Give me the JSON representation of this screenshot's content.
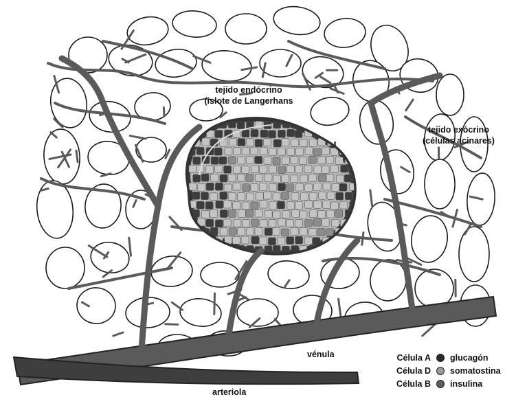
{
  "labels": {
    "endocrine_line1": "tejido endócrino",
    "endocrine_line2": "(islote de Langerhans",
    "exocrine_line1": "tejido exócrino",
    "exocrine_line2": "(células acinares)",
    "venula": "vénula",
    "arteriola": "arteriola"
  },
  "legend": [
    {
      "cell": "Célula A",
      "hormone": "glucagón",
      "color": "#2a2a2a"
    },
    {
      "cell": "Célula D",
      "hormone": "somatostina",
      "color": "#9a9a9a"
    },
    {
      "cell": "Célula B",
      "hormone": "insulina",
      "color": "#5e5e5e"
    }
  ],
  "colors": {
    "vessel": "#5a5a5a",
    "vessel_dark": "#3e3e3e",
    "acinar_stroke": "#1a1a1a",
    "islet_fill": "#b8b8b8",
    "islet_rim": "#333333",
    "cell_light": "#c4c4c4",
    "cell_mid": "#8c8c8c",
    "cell_dark": "#3c3c3c"
  }
}
